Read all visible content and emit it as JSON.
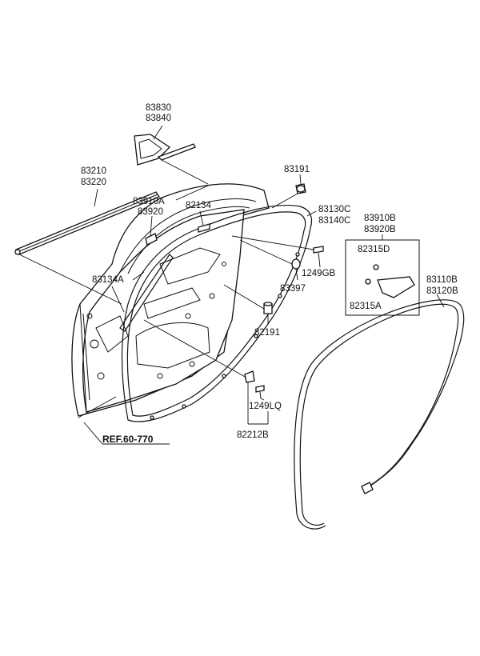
{
  "diagram": {
    "labels": {
      "p83830": "83830",
      "p83840": "83840",
      "p83210": "83210",
      "p83220": "83220",
      "p83910A": "83910A",
      "p83920": "83920",
      "p82134": "82134",
      "p83191": "83191",
      "p83130C": "83130C",
      "p83140C": "83140C",
      "p83910B": "83910B",
      "p83920B": "83920B",
      "p82315D": "82315D",
      "p82315A": "82315A",
      "p1249GB": "1249GB",
      "p83397": "83397",
      "p83134A": "83134A",
      "p82191": "82191",
      "p83110B": "83110B",
      "p83120B": "83120B",
      "p1249LQ": "1249LQ",
      "p82212B": "82212B",
      "ref": "REF.60-770"
    }
  }
}
